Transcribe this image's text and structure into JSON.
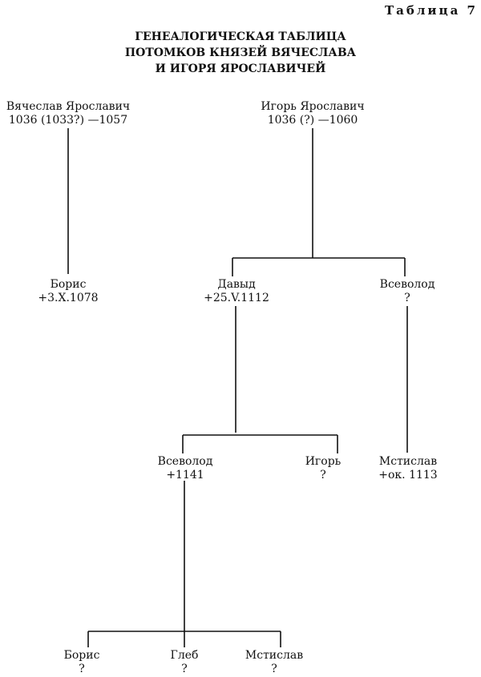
{
  "table_label": "Таблица 7",
  "heading": [
    "ГЕНЕАЛОГИЧЕСКАЯ ТАБЛИЦА",
    "ПОТОМКОВ КНЯЗЕЙ ВЯЧЕСЛАВА",
    "И ИГОРЯ ЯРОСЛАВИЧЕЙ"
  ],
  "persons": {
    "vyacheslav": {
      "name": "Вячеслав Ярославич",
      "dates": "1036 (1033?) —1057"
    },
    "igor_yaroslavich": {
      "name": "Игорь Ярославич",
      "dates": "1036 (?) —1060"
    },
    "boris_1": {
      "name": "Борис",
      "dates": "+3.X.1078"
    },
    "davyd": {
      "name": "Давыд",
      "dates": "+25.V.1112"
    },
    "vsevolod_1": {
      "name": "Всеволод",
      "dates": "?"
    },
    "vsevolod_2": {
      "name": "Всеволод",
      "dates": "+1141"
    },
    "igor_2": {
      "name": "Игорь",
      "dates": "?"
    },
    "mstislav_1": {
      "name": "Мстислав",
      "dates": "+ок. 1113"
    },
    "boris_2": {
      "name": "Борис",
      "dates": "?"
    },
    "gleb": {
      "name": "Глеб",
      "dates": "?"
    },
    "mstislav_2": {
      "name": "Мстислав",
      "dates": "?"
    }
  }
}
